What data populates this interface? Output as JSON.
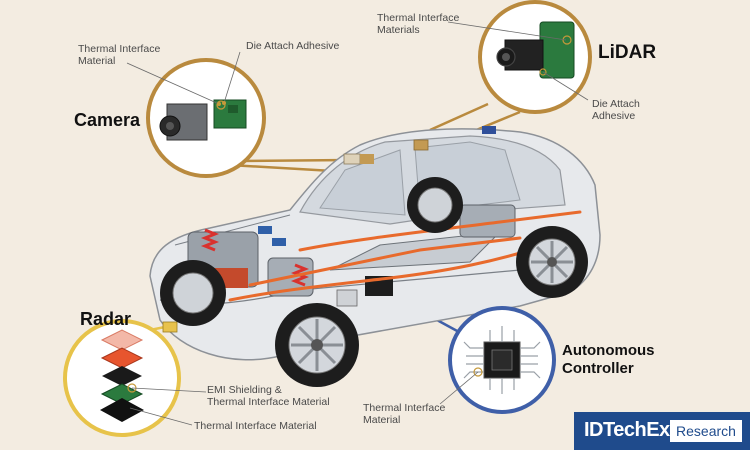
{
  "labels": {
    "camera": "Camera",
    "lidar": "LiDAR",
    "radar": "Radar",
    "controller_line1": "Autonomous",
    "controller_line2": "Controller",
    "cam_tim_line1": "Thermal Interface",
    "cam_tim_line2": "Material",
    "cam_die": "Die Attach Adhesive",
    "lidar_tim_line1": "Thermal Interface",
    "lidar_tim_line2": "Materials",
    "lidar_die_line1": "Die Attach",
    "lidar_die_line2": "Adhesive",
    "radar_emi_line1": "EMI Shielding &",
    "radar_emi_line2": "Thermal Interface Material",
    "radar_tim": "Thermal Interface Material",
    "ctrl_tim_line1": "Thermal Interface",
    "ctrl_tim_line2": "Material"
  },
  "brand": {
    "name": "IDTechEx",
    "tag": "Research"
  },
  "colors": {
    "background": "#f3ece1",
    "camera_ring": "#b98a3e",
    "lidar_ring": "#b98a3e",
    "radar_ring": "#e7c34a",
    "controller_ring": "#3f5fa8",
    "brand_blue": "#1f4b8c",
    "wiring": "#e86a2c"
  }
}
